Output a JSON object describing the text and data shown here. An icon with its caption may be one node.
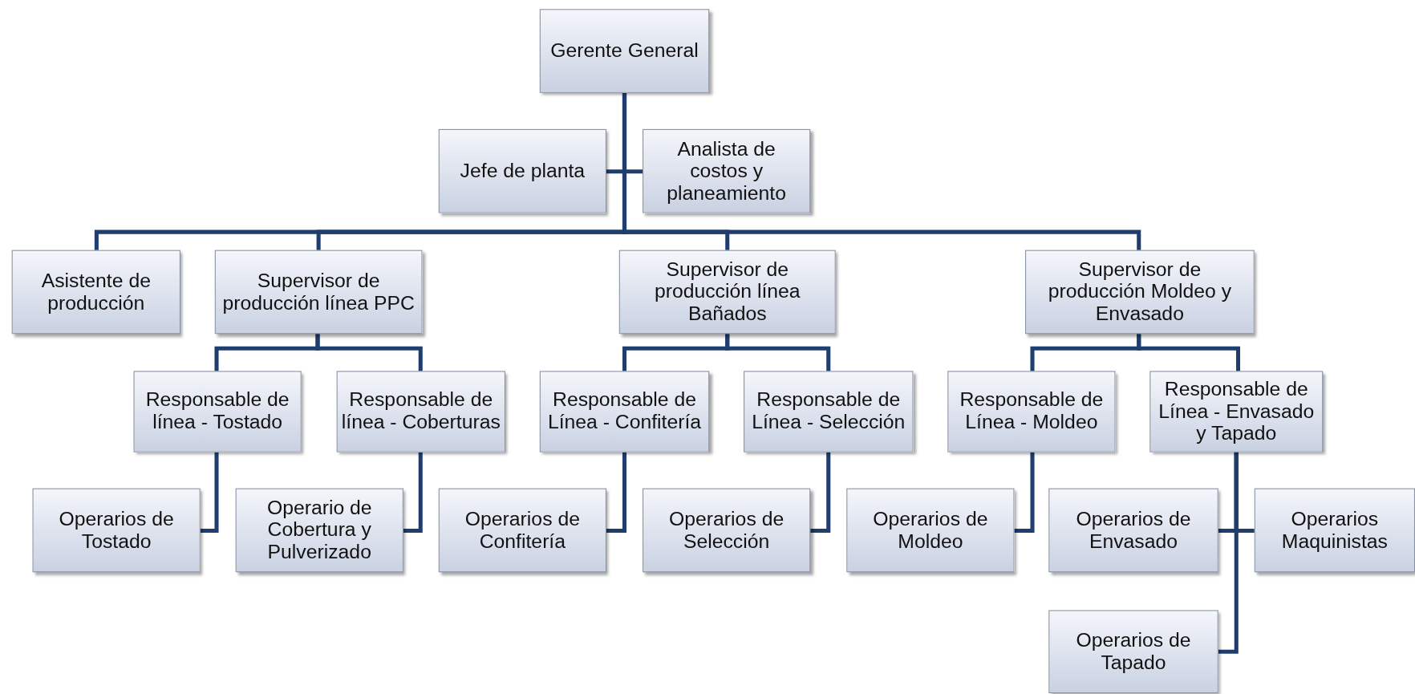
{
  "diagram": {
    "nodes": [
      {
        "text": [
          "Gerente General"
        ]
      },
      {
        "text": [
          "Jefe de planta"
        ]
      },
      {
        "text": [
          "Analista de costos y planeamiento"
        ]
      },
      {
        "text": [
          "Asistente de producción"
        ]
      },
      {
        "text": [
          "Supervisor de producción línea PPC"
        ]
      },
      {
        "text": [
          "Supervisor de producción línea Bañados"
        ]
      },
      {
        "text": [
          "Supervisor de producción Moldeo y Envasado"
        ]
      },
      {
        "text": [
          "Responsable de línea - Tostado"
        ]
      },
      {
        "text": [
          "Responsable de línea - Coberturas"
        ]
      },
      {
        "text": [
          "Responsable de Línea - Confitería"
        ]
      },
      {
        "text": [
          "Responsable de Línea - Selección"
        ]
      },
      {
        "text": [
          "Responsable de Línea - Moldeo"
        ]
      },
      {
        "text": [
          "Responsable de Línea - Envasado y Tapado"
        ]
      },
      {
        "text": [
          "Operarios de Tostado"
        ]
      },
      {
        "text": [
          "Operario de Cobertura y Pulverizado"
        ]
      },
      {
        "text": [
          "Operarios de Confitería"
        ]
      },
      {
        "text": [
          "Operarios de Selección"
        ]
      },
      {
        "text": [
          "Operarios de Moldeo"
        ]
      },
      {
        "text": [
          "Operarios de Envasado"
        ]
      },
      {
        "text": [
          "Operarios Maquinistas"
        ]
      },
      {
        "text": [
          "Operarios de Tapado"
        ]
      }
    ],
    "edges": [
      {
        "from": 0,
        "to": 1,
        "arrow": "none"
      },
      {
        "from": 0,
        "to": 2,
        "arrow": "none"
      },
      {
        "from": 0,
        "to": 3,
        "arrow": "none"
      },
      {
        "from": 0,
        "to": 4,
        "arrow": "none"
      },
      {
        "from": 0,
        "to": 5,
        "arrow": "none"
      },
      {
        "from": 0,
        "to": 6,
        "arrow": "none"
      },
      {
        "from": 4,
        "to": 7,
        "arrow": "none"
      },
      {
        "from": 4,
        "to": 8,
        "arrow": "none"
      },
      {
        "from": 5,
        "to": 9,
        "arrow": "none"
      },
      {
        "from": 5,
        "to": 10,
        "arrow": "none"
      },
      {
        "from": 6,
        "to": 11,
        "arrow": "none"
      },
      {
        "from": 6,
        "to": 12,
        "arrow": "none"
      },
      {
        "from": 7,
        "to": 13,
        "arrow": "none"
      },
      {
        "from": 8,
        "to": 14,
        "arrow": "none"
      },
      {
        "from": 9,
        "to": 15,
        "arrow": "none"
      },
      {
        "from": 10,
        "to": 16,
        "arrow": "none"
      },
      {
        "from": 11,
        "to": 17,
        "arrow": "none"
      },
      {
        "from": 12,
        "to": 18,
        "arrow": "none"
      },
      {
        "from": 12,
        "to": 19,
        "arrow": "none"
      },
      {
        "from": 12,
        "to": 20,
        "arrow": "none"
      }
    ]
  }
}
